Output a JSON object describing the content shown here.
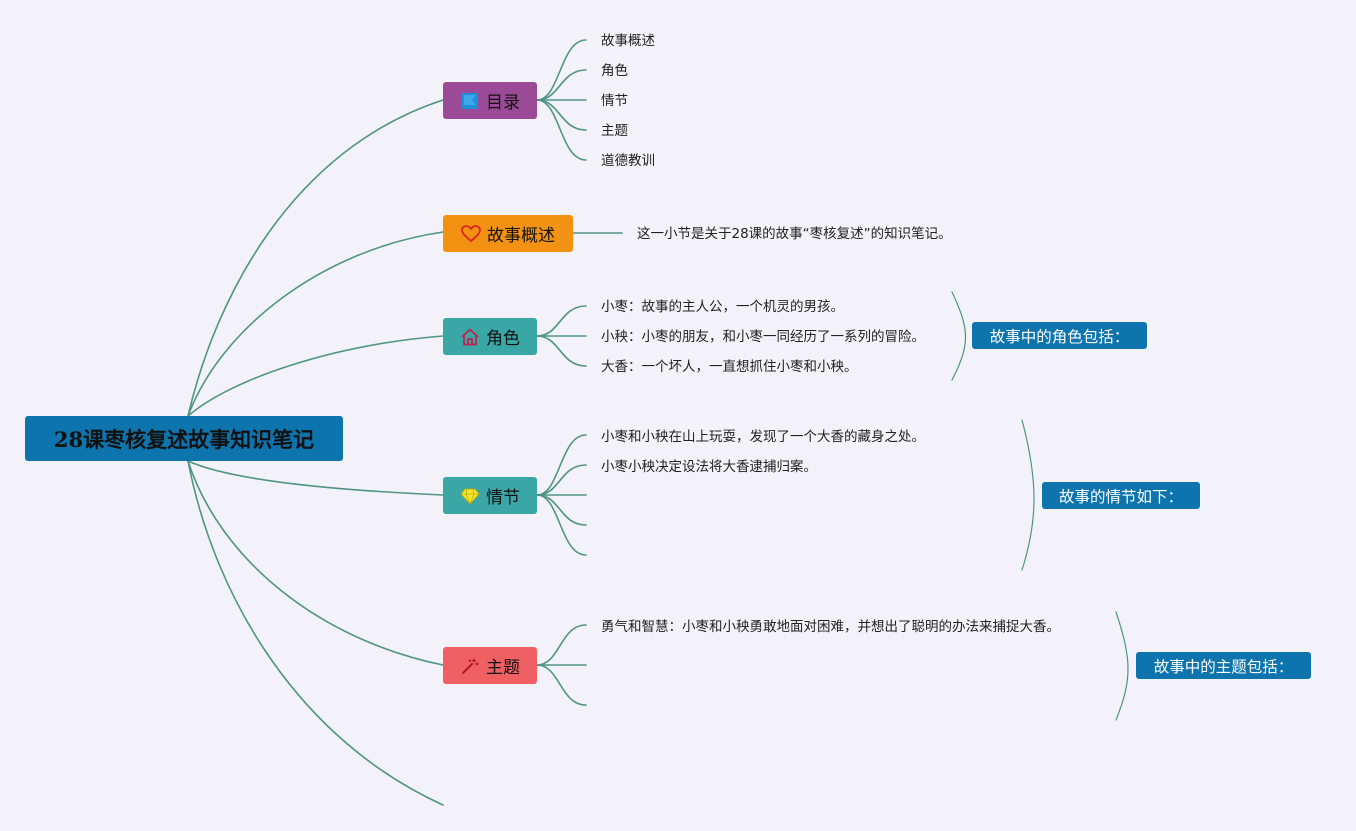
{
  "root": {
    "title": "28课枣核复述故事知识笔记"
  },
  "colors": {
    "line": "#4f9487",
    "root": "#0e74ae",
    "toc": "#9b4a98",
    "overview": "#f39212",
    "role": "#3aa6a6",
    "plot": "#3aa6a6",
    "theme": "#f06063",
    "summary": "#0e74ae"
  },
  "branches": {
    "toc": {
      "label": "目录",
      "icon": "flag-icon",
      "items": [
        "故事概述",
        "角色",
        "情节",
        "主题",
        "道德教训"
      ]
    },
    "overview": {
      "label": "故事概述",
      "icon": "heart-icon",
      "items": [
        "这一小节是关于28课的故事“枣核复述”的知识笔记。"
      ]
    },
    "role": {
      "label": "角色",
      "icon": "house-icon",
      "items": [
        "小枣：故事的主人公，一个机灵的男孩。",
        "小秧：小枣的朋友，和小枣一同经历了一系列的冒险。",
        "大香：一个坏人，一直想抓住小枣和小秧。"
      ],
      "summary": "故事中的角色包括："
    },
    "plot": {
      "label": "情节",
      "icon": "diamond-icon",
      "items": [
        "小枣和小秧在山上玩耍，发现了一个大香的藏身之处。",
        "小枣小秧决定设法将大香逮捕归案。",
        "",
        "",
        ""
      ],
      "summary": "故事的情节如下："
    },
    "theme": {
      "label": "主题",
      "icon": "magic-wand-icon",
      "items": [
        "勇气和智慧：小枣和小秧勇敢地面对困难，并想出了聪明的办法来捕捉大香。",
        "",
        ""
      ],
      "summary": "故事中的主题包括："
    }
  }
}
